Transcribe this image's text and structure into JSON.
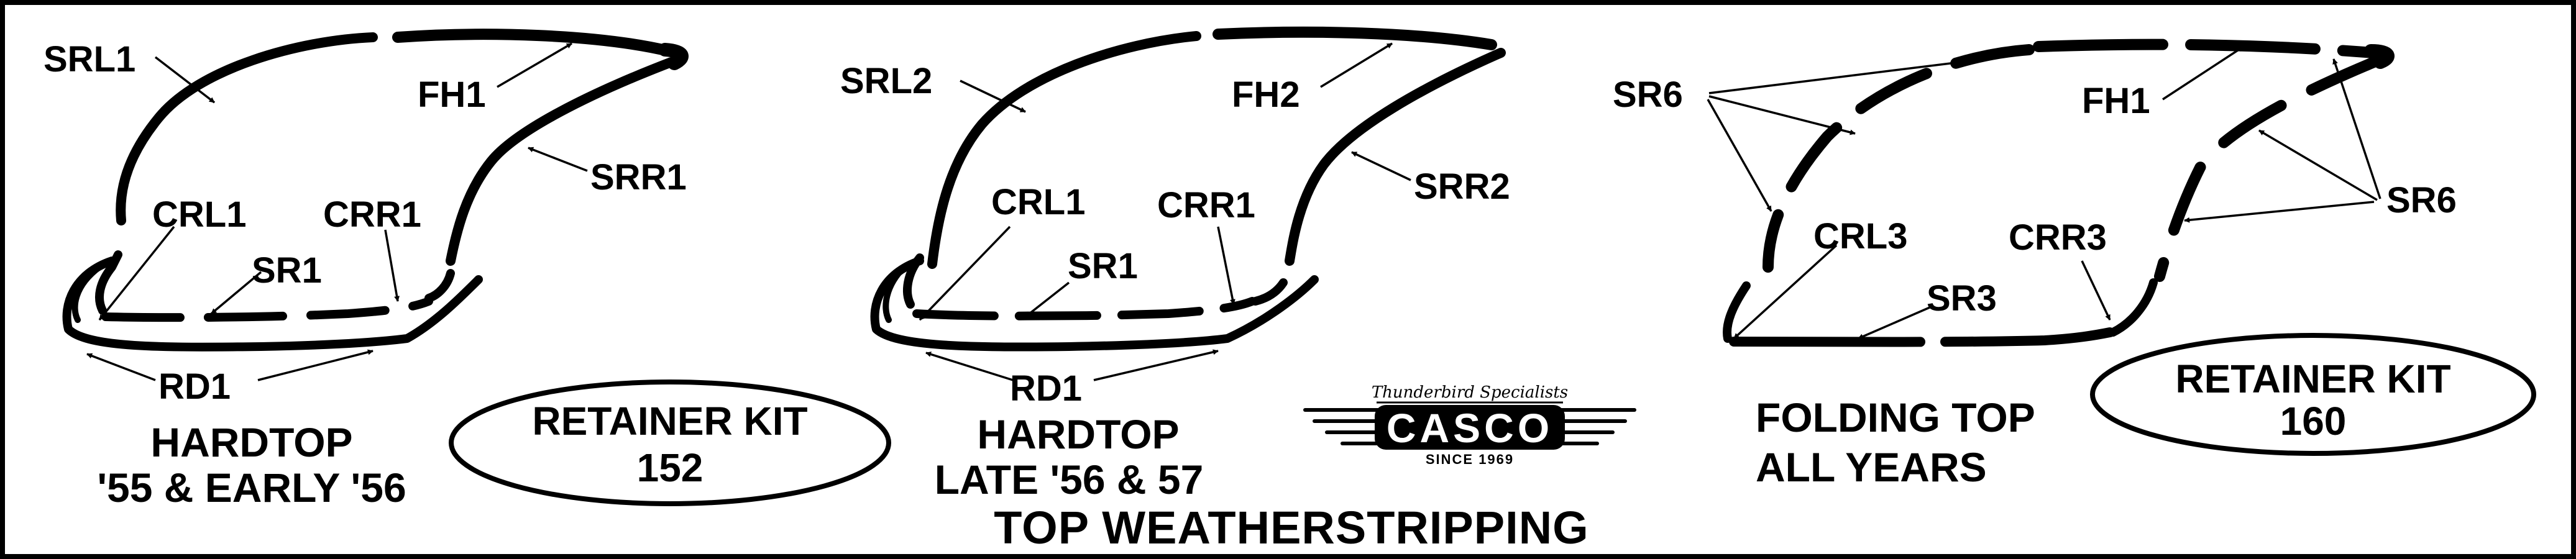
{
  "colors": {
    "stroke": "#000000",
    "background": "#ffffff"
  },
  "title": "TOP WEATHERSTRIPPING",
  "hardtop1": {
    "labels": {
      "srl": "SRL1",
      "fh": "FH1",
      "srr": "SRR1",
      "crl": "CRL1",
      "crr": "CRR1",
      "sr": "SR1",
      "rd": "RD1"
    },
    "caption_line1": "HARDTOP",
    "caption_line2": "'55 & EARLY '56"
  },
  "kit152": {
    "line1": "RETAINER KIT",
    "line2": "152"
  },
  "hardtop2": {
    "labels": {
      "srl": "SRL2",
      "fh": "FH2",
      "srr": "SRR2",
      "crl": "CRL1",
      "crr": "CRR1",
      "sr": "SR1",
      "rd": "RD1"
    },
    "caption_line1": "HARDTOP",
    "caption_line2": "LATE '56 & 57"
  },
  "logo": {
    "tagline": "Thunderbird Specialists",
    "name": "CASCO",
    "since": "SINCE 1969"
  },
  "folding": {
    "labels": {
      "sr6_left": "SR6",
      "fh": "FH1",
      "sr6_right": "SR6",
      "crl": "CRL3",
      "crr": "CRR3",
      "sr": "SR3"
    },
    "caption_line1": "FOLDING TOP",
    "caption_line2": "ALL YEARS"
  },
  "kit160": {
    "line1": "RETAINER KIT",
    "line2": "160"
  }
}
